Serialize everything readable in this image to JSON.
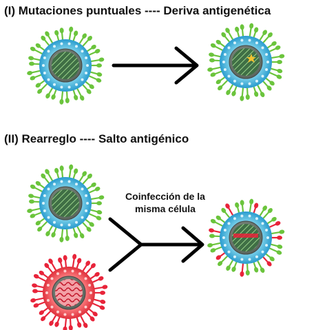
{
  "section1": {
    "title": "(I)  Mutaciones puntuales ---- Deriva antigenética"
  },
  "section2": {
    "title": "(II) Rearreglo ---- Salto antigénico"
  },
  "coinfection": {
    "line1": "Coinfección de la",
    "line2": "misma célula"
  },
  "colors": {
    "membrane": "#3fb0d8",
    "spike_green": "#6bc43c",
    "spike_red": "#e8243a",
    "core_green": "#2e6b3a",
    "core_red": "#b71c2c",
    "arrow": "#000000"
  }
}
